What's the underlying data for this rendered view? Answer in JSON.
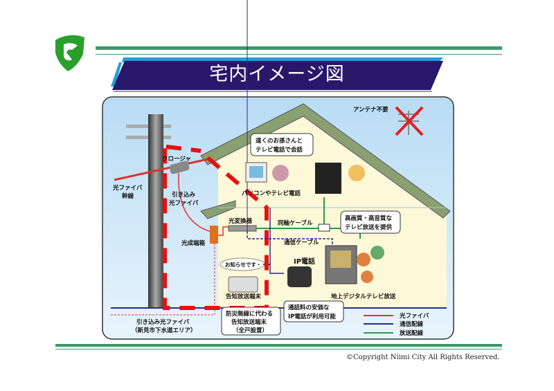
{
  "header": {
    "title": "宅内イメージ図"
  },
  "colors": {
    "brand_green": "#3a9a6a",
    "banner_navy": "#28186a",
    "banner_edge": "#1ea0e0",
    "fiber": "#e03030",
    "comm": "#2a2a8a",
    "broadcast": "#2a9a4a"
  },
  "diagram": {
    "antenna_unneeded": "アンテナ不要",
    "bubble_videocall": [
      "遠くのお孫さんと",
      "テレビ電話で会話"
    ],
    "closure": "クロージャ",
    "fiber_trunk": [
      "光ファイバ",
      "幹線"
    ],
    "drop_fiber": [
      "引き込み",
      "光ファイバ"
    ],
    "pc_tv_phone": "パソコンやテレビ電話",
    "optical_converter": "光変換器",
    "coax_cable": "同軸ケーブル",
    "bubble_hq_tv": [
      "高画質・高音質な",
      "テレビ放送を提供"
    ],
    "termination_box": "光成端箱",
    "comm_cable": "通信ケーブル",
    "notice_speech": "お知らせです・・・",
    "ip_phone": "IP電話",
    "notice_terminal": "告知放送端末",
    "digital_tv": "地上デジタルテレビ放送",
    "bubble_ip_phone": [
      "通話料の安価な",
      "IP電話が利用可能"
    ],
    "drop_fiber_area": [
      "引き込み光ファイバ",
      "（新見市下水道エリア）"
    ],
    "bubble_terminal": [
      "防災無線に代わる",
      "告知放送端末",
      "（全戸設置）"
    ],
    "legend": [
      {
        "label": "光ファイバ",
        "color": "#e03030"
      },
      {
        "label": "通信配線",
        "color": "#2a2a8a"
      },
      {
        "label": "放送配線",
        "color": "#2a9a4a"
      }
    ]
  },
  "footer": {
    "copyright": "©Copyright Niimi City All Rights Reserved."
  }
}
